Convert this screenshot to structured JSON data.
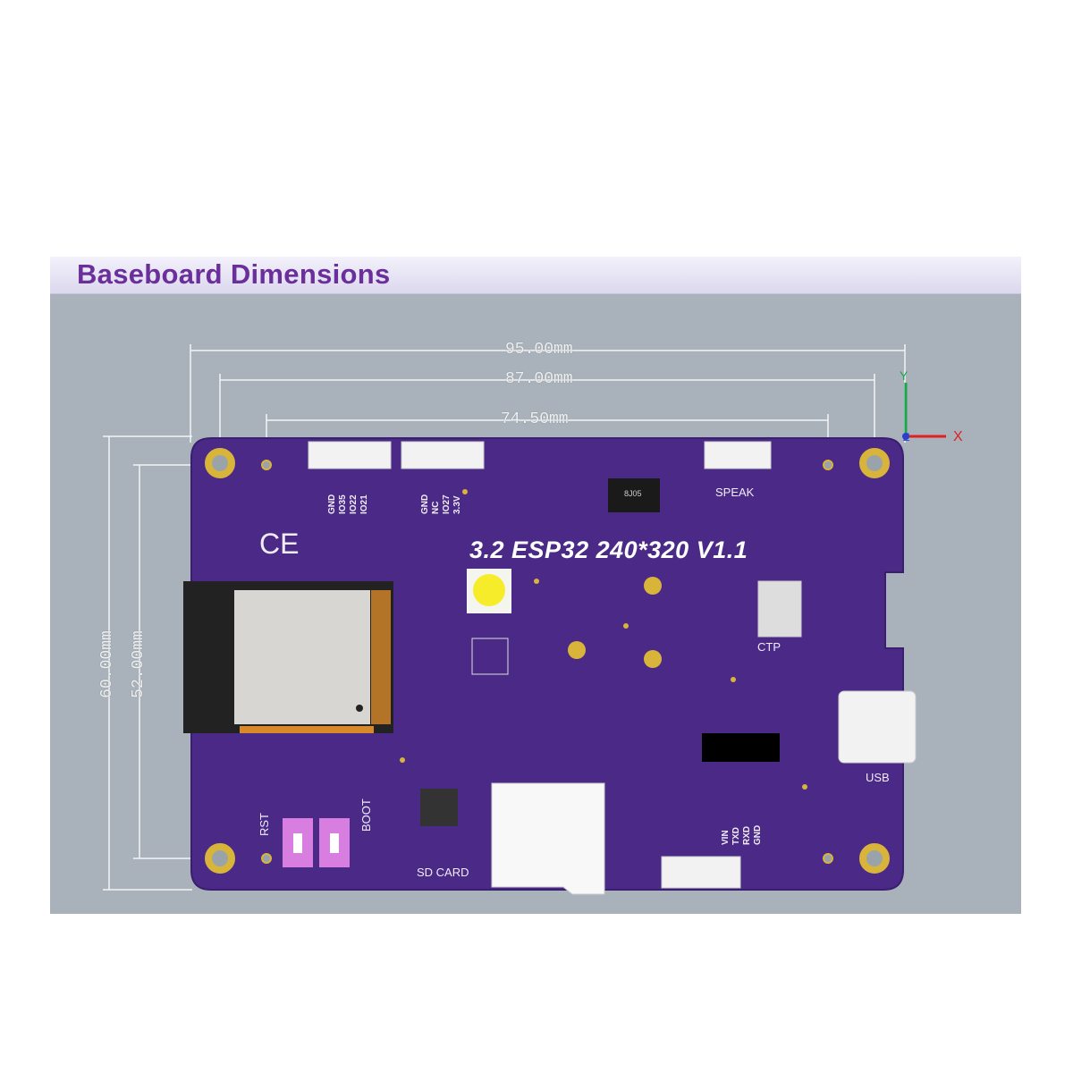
{
  "header": {
    "title": "Baseboard Dimensions"
  },
  "dimensions": {
    "width_outer": "95.00mm",
    "width_holes": "87.00mm",
    "width_inner": "74.50mm",
    "height_outer": "60.00mm",
    "height_holes": "52.00mm"
  },
  "axes": {
    "y": "Y",
    "x": "X",
    "z": "Z"
  },
  "board": {
    "model": "3.2 ESP32 240*320 V1.1",
    "connector1_pins": [
      "GND",
      "IO35",
      "IO22",
      "IO21"
    ],
    "connector2_pins": [
      "GND",
      "NC",
      "IO27",
      "3.3V"
    ],
    "speaker_label": "SPEAK",
    "ctp_label": "CTP",
    "usb_label": "USB",
    "sd_label": "SD CARD",
    "rst_label": "RST",
    "boot_label": "BOOT",
    "uart_pins": [
      "VIN",
      "TXD",
      "RXD",
      "GND"
    ],
    "chip_marking": "8J05",
    "ce_mark": "CE"
  },
  "colors": {
    "board": "#4a2a86",
    "title": "#6b2f9c",
    "pad": "#d8b43a",
    "switch": "#d77ee0"
  }
}
